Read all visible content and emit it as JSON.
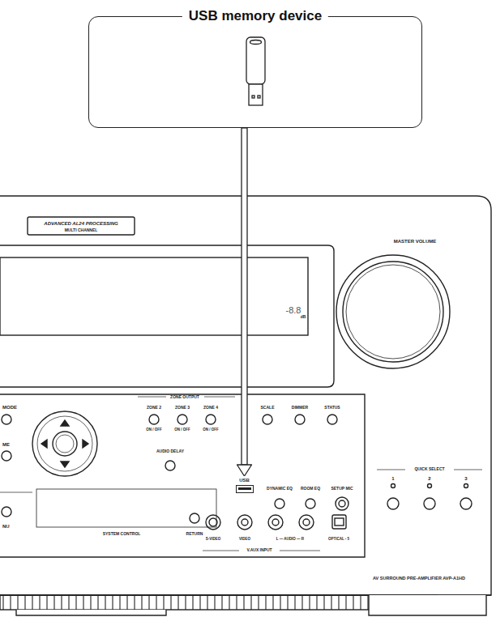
{
  "diagram": {
    "nodes": [
      {
        "text": [
          "USB memory device"
        ]
      },
      {
        "text": [
          "USB"
        ]
      }
    ],
    "edges": [
      {
        "from": 0,
        "to": 1,
        "arrow": "to"
      }
    ],
    "labels": [
      "ADVANCED AL24 PROCESSING",
      "MULTI CHANNEL",
      "MASTER VOLUME",
      "-8.8",
      "dB",
      "ZONE OUTPUT",
      "MODE",
      "ZONE 2",
      "ZONE 3",
      "ZONE 4",
      "SCALE",
      "DIMMER",
      "STATUS",
      "ON / OFF",
      "ON / OFF",
      "ON / OFF",
      "ME",
      "AUDIO DELAY",
      "QUICK SELECT",
      "1",
      "2",
      "3",
      "DYNAMIC EQ",
      "ROOM EQ",
      "SETUP MIC",
      "NU",
      "SYSTEM CONTROL",
      "RETURN",
      "S-VIDEO",
      "VIDEO",
      "L — AUDIO — R",
      "OPTICAL - 5",
      "V.AUX INPUT",
      "AV SURROUND PRE-AMPLIFIER AVP-A1HD"
    ]
  }
}
